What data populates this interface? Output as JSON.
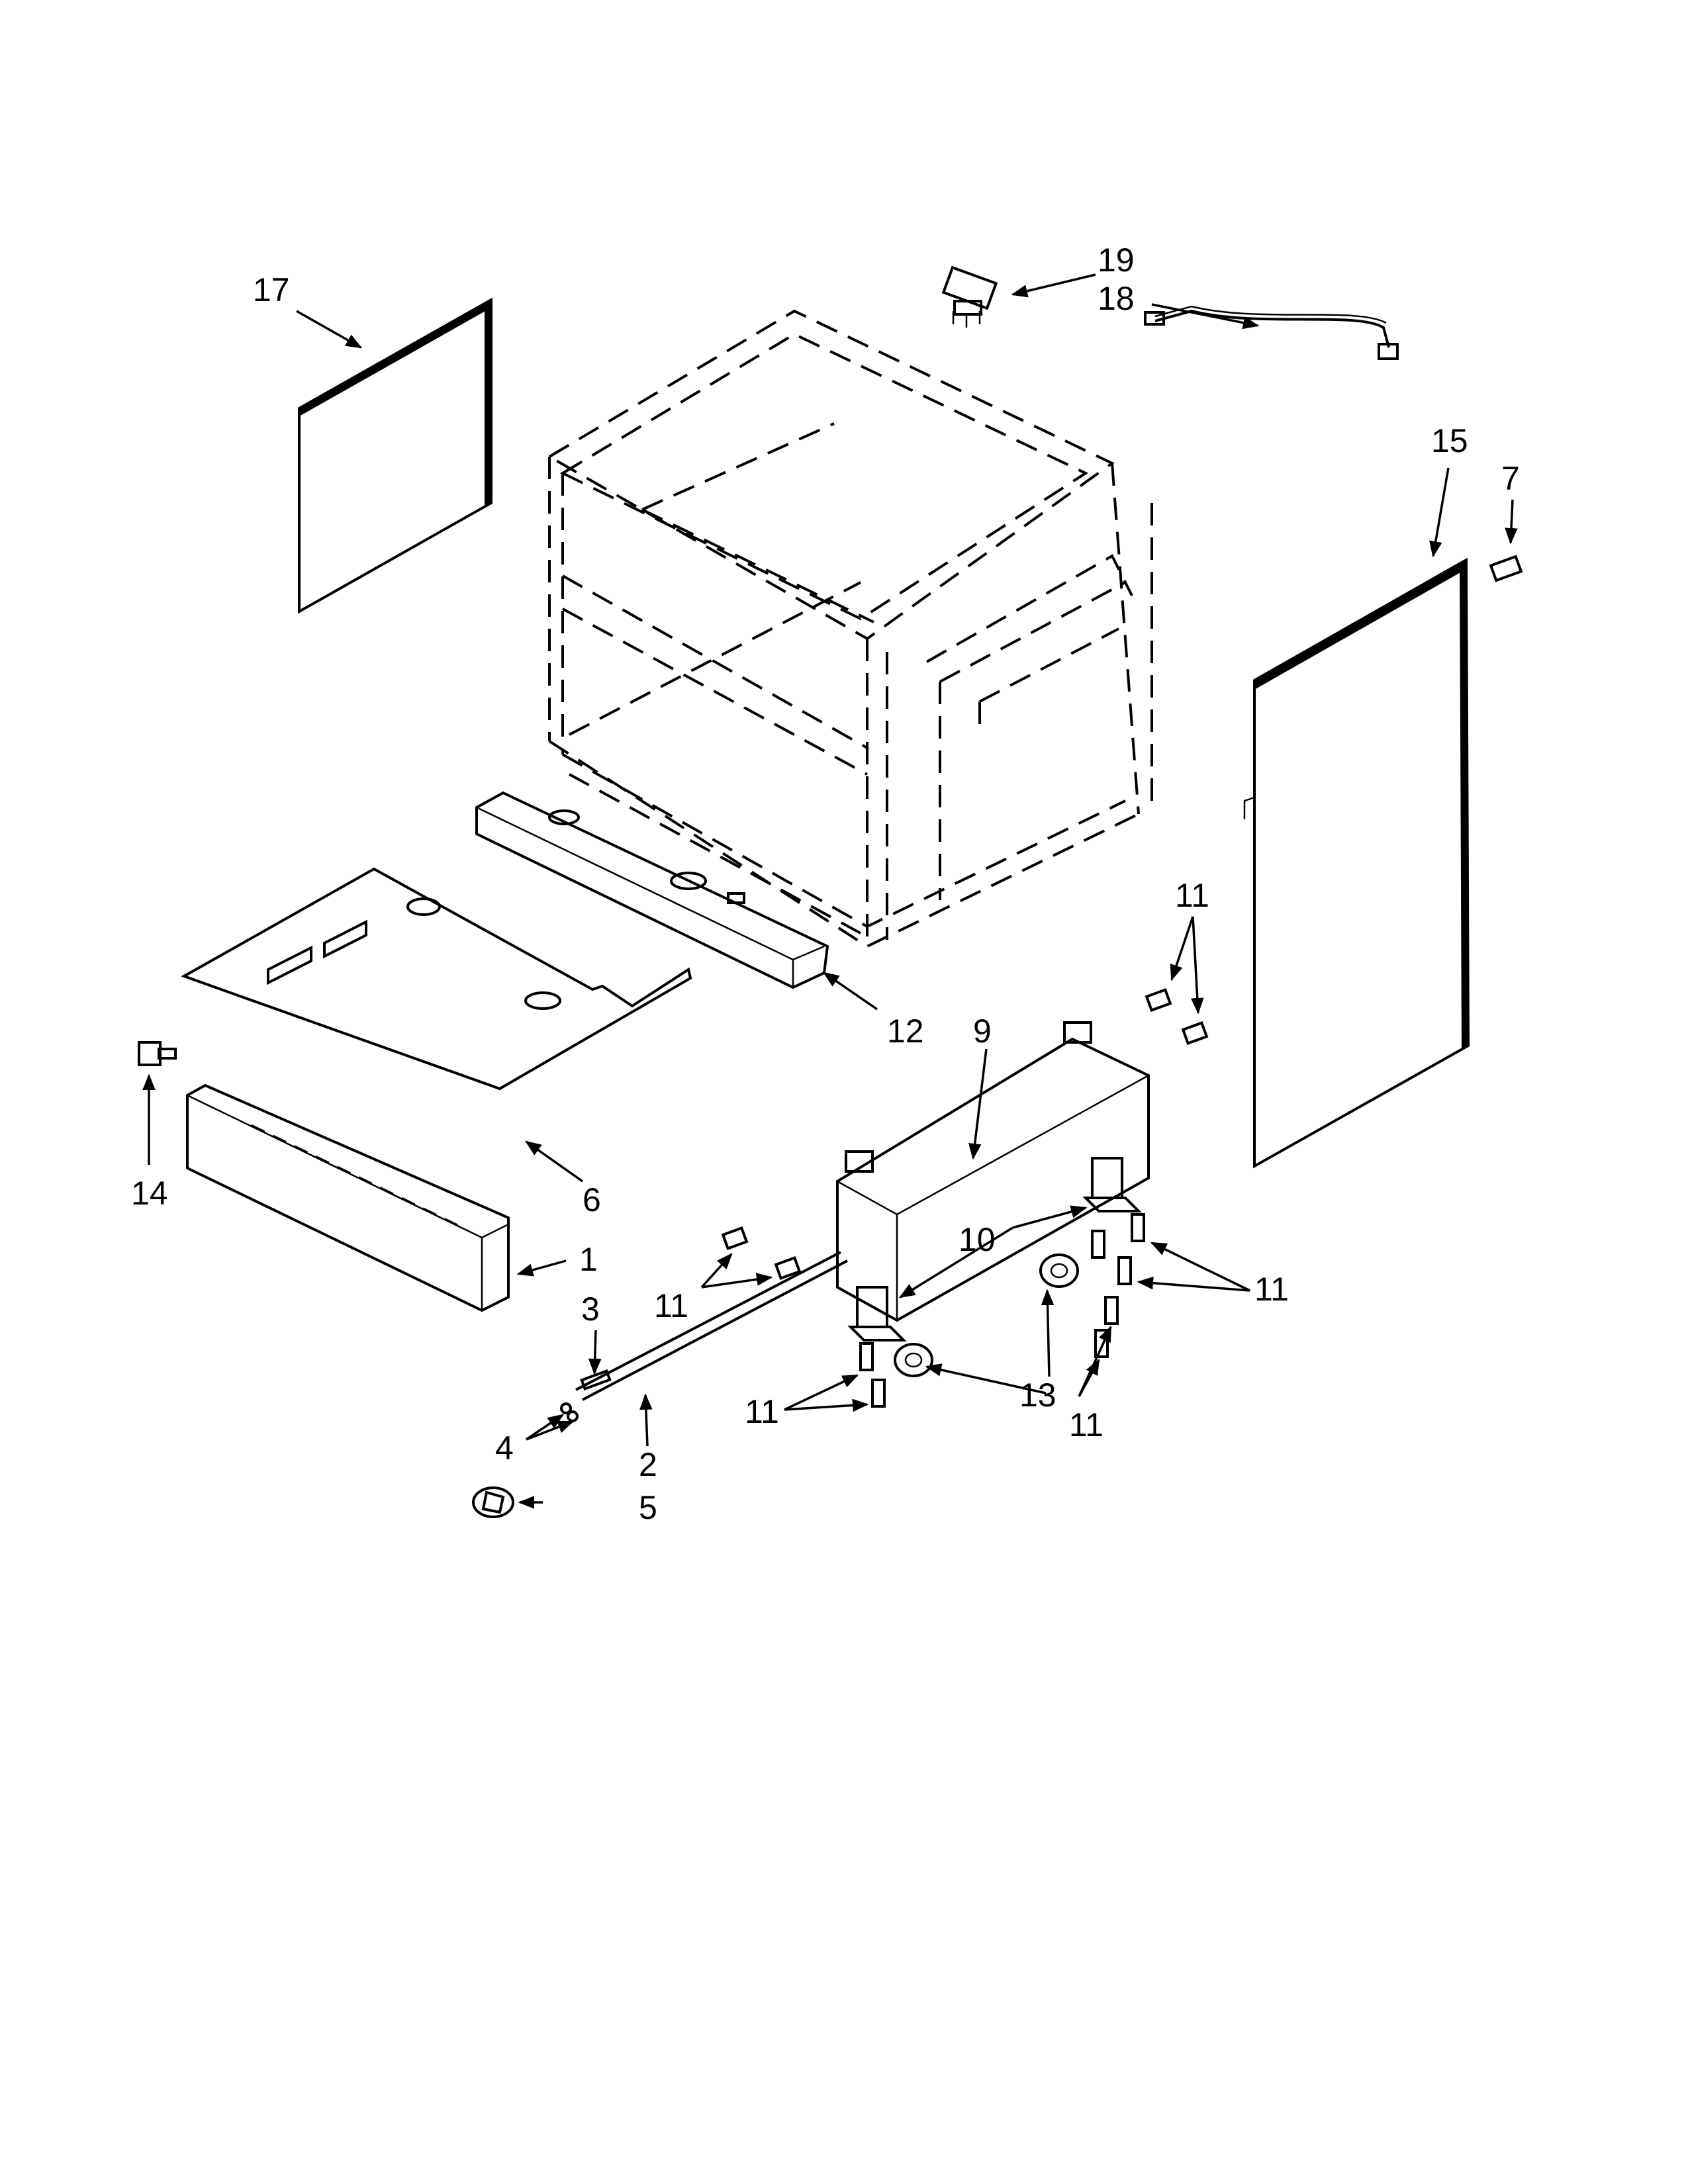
{
  "callouts": {
    "c1": "1",
    "c2": "2",
    "c3": "3",
    "c4": "4",
    "c5": "5",
    "c6": "6",
    "c7": "7",
    "c9": "9",
    "c10": "10",
    "c11a": "11",
    "c11b": "11",
    "c11c": "11",
    "c11d": "11",
    "c11e": "11",
    "c12": "12",
    "c13": "13",
    "c14": "14",
    "c15": "15",
    "c17": "17",
    "c18": "18",
    "c19": "19"
  }
}
